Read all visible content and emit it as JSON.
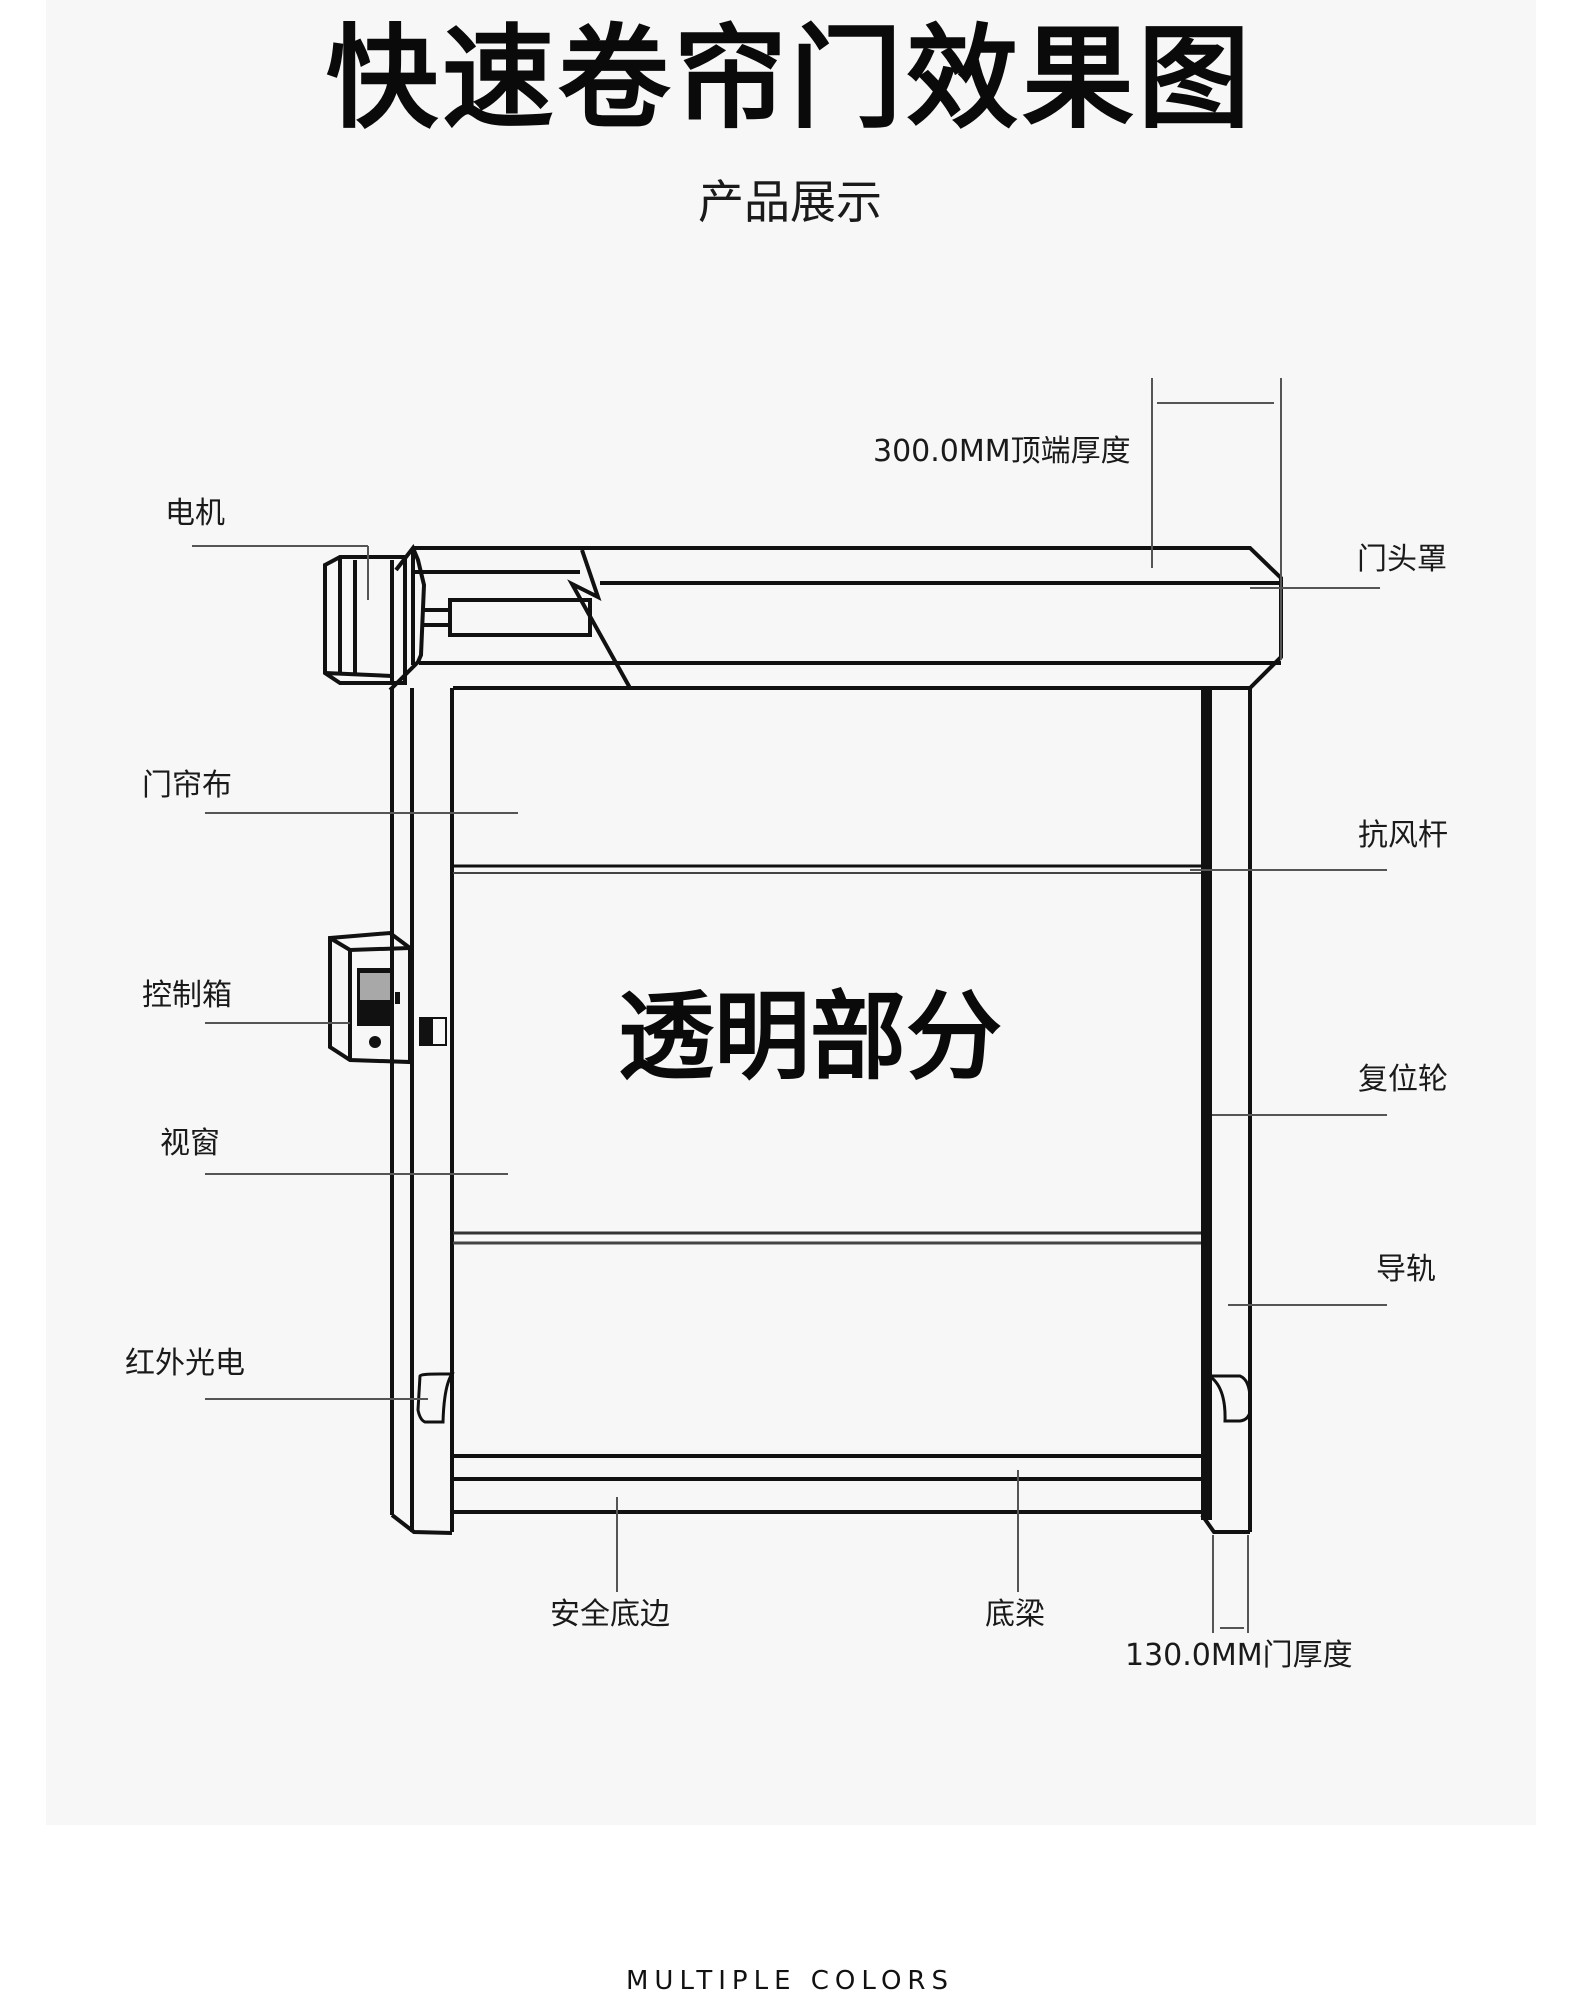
{
  "header": {
    "title": "快速卷帘门效果图",
    "subtitle": "产品展示"
  },
  "diagram": {
    "center_label": "透明部分",
    "dimensions": {
      "top_thickness": "300.0MM顶端厚度",
      "door_thickness": "130.0MM门厚度"
    },
    "labels_left": [
      {
        "id": "motor",
        "text": "电机"
      },
      {
        "id": "curtain",
        "text": "门帘布"
      },
      {
        "id": "control-box",
        "text": "控制箱"
      },
      {
        "id": "window",
        "text": "视窗"
      },
      {
        "id": "photocell",
        "text": "红外光电"
      }
    ],
    "labels_right": [
      {
        "id": "head-cover",
        "text": "门头罩"
      },
      {
        "id": "wind-bar",
        "text": "抗风杆"
      },
      {
        "id": "reset-wheel",
        "text": "复位轮"
      },
      {
        "id": "guide-rail",
        "text": "导轨"
      }
    ],
    "labels_bottom": [
      {
        "id": "safety-edge",
        "text": "安全底边"
      },
      {
        "id": "bottom-beam",
        "text": "底梁"
      }
    ],
    "colors": {
      "panel_bg": "#f7f7f7",
      "line": "#111111",
      "leader": "#555555",
      "screen_gray": "#a8a8a8"
    }
  },
  "footer": {
    "text": "MULTIPLE COLORS"
  }
}
